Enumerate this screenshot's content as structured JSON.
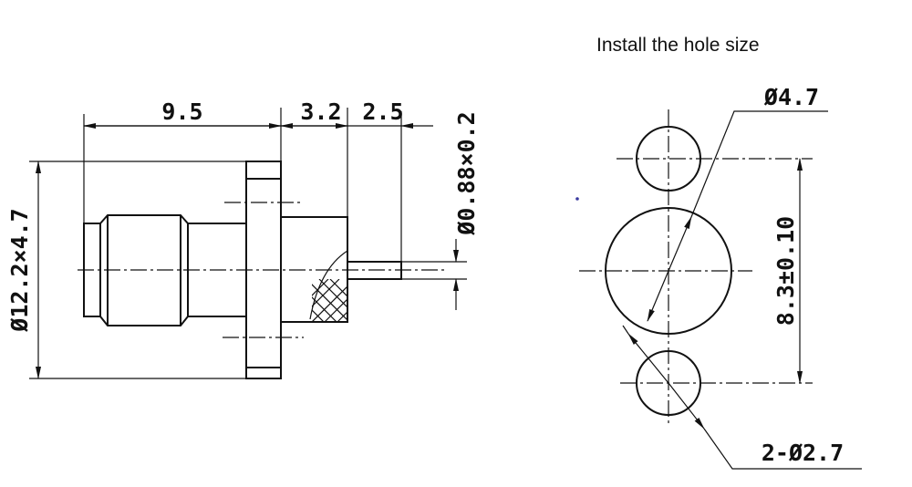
{
  "title": "Install the hole size",
  "side_view": {
    "dim_length_body": "9.5",
    "dim_length_mid": "3.2",
    "dim_length_pin": "2.5",
    "dim_pin": "Ø0.88×0.2",
    "dim_flange": "Ø12.2×4.7"
  },
  "hole_view": {
    "dim_center_hole": "Ø4.7",
    "dim_spacing": "8.3±0.10",
    "dim_side_holes": "2-Ø2.7"
  },
  "colors": {
    "line": "#111111",
    "dot": "#3a3aa0"
  }
}
